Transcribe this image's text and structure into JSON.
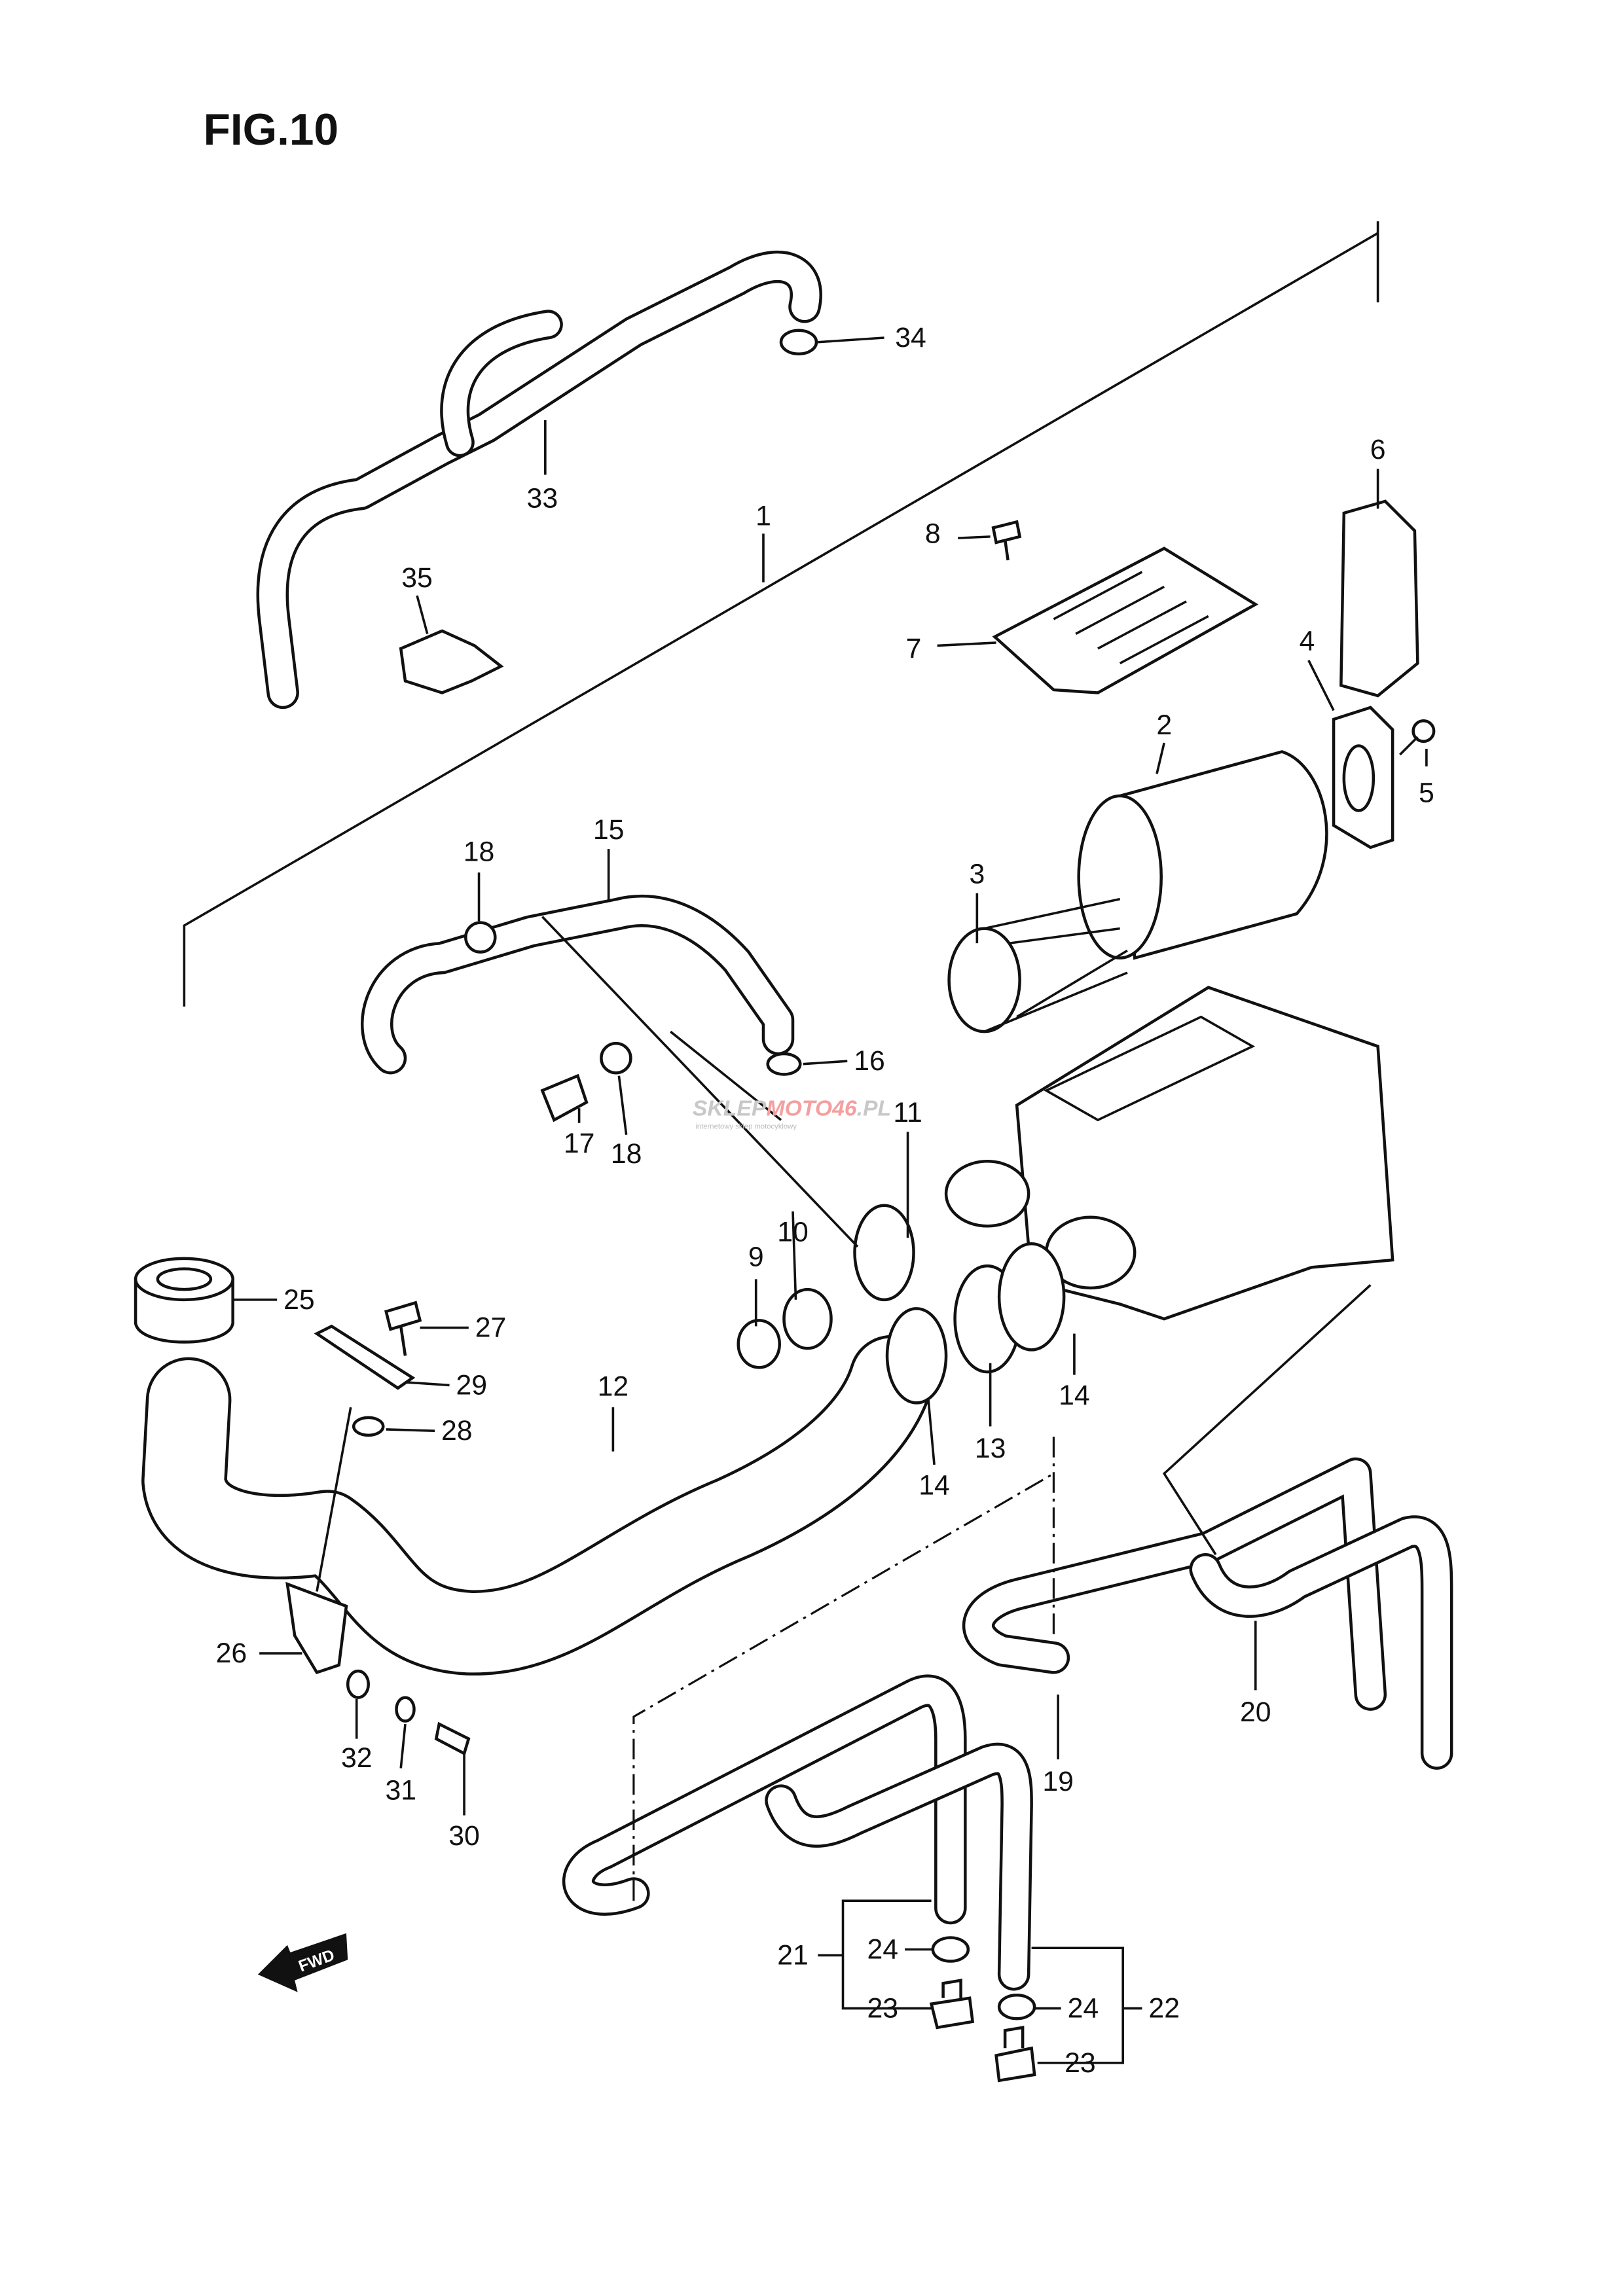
{
  "figure": {
    "title": "FIG.10"
  },
  "watermark": {
    "text_a": "SKLEP",
    "text_b": "MOTO46",
    "text_c": ".PL",
    "sub": "internetowy sklep motocyklowy"
  },
  "fwd_label": "FWD",
  "labels": [
    "34",
    "33",
    "1",
    "35",
    "8",
    "6",
    "7",
    "4",
    "2",
    "5",
    "18",
    "15",
    "3",
    "16",
    "17",
    "18",
    "11",
    "10",
    "9",
    "25",
    "27",
    "29",
    "12",
    "28",
    "14",
    "13",
    "14",
    "26",
    "20",
    "19",
    "32",
    "31",
    "30",
    "21",
    "24",
    "23",
    "24",
    "22",
    "23"
  ]
}
